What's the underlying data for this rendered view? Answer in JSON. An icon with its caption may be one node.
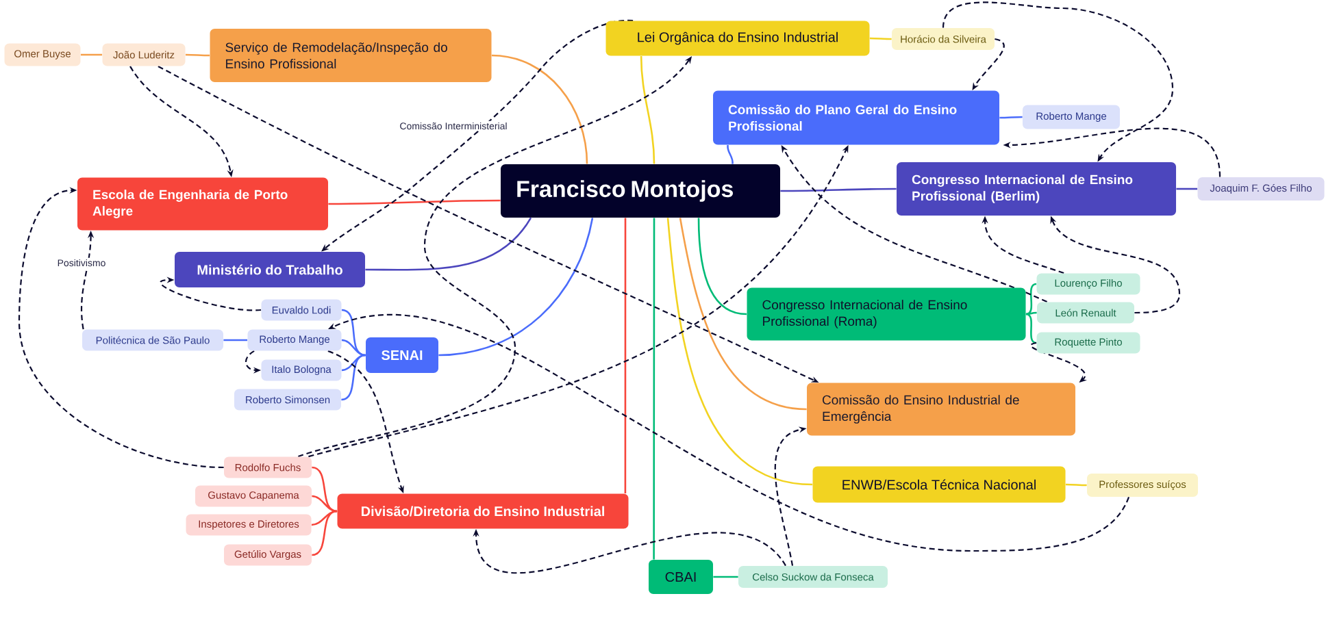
{
  "diagram": {
    "nodes": [
      {
        "text": [
          "Francisco Montojos"
        ]
      },
      {
        "text": [
          "Serviço de Remodelação/Inspeção do Ensino Profissional"
        ]
      },
      {
        "text": [
          "João Luderitz"
        ]
      },
      {
        "text": [
          "Omer Buyse"
        ]
      },
      {
        "text": [
          "Escola de Engenharia de Porto Alegre"
        ]
      },
      {
        "text": [
          "Ministério do Trabalho"
        ]
      },
      {
        "text": [
          "SENAI"
        ]
      },
      {
        "text": [
          "Euvaldo Lodi"
        ]
      },
      {
        "text": [
          "Roberto Mange"
        ]
      },
      {
        "text": [
          "Politécnica de São Paulo"
        ]
      },
      {
        "text": [
          "Italo Bologna"
        ]
      },
      {
        "text": [
          "Roberto Simonsen"
        ]
      },
      {
        "text": [
          "Divisão/Diretoria do Ensino Industrial"
        ]
      },
      {
        "text": [
          "Rodolfo Fuchs"
        ]
      },
      {
        "text": [
          "Gustavo Capanema"
        ]
      },
      {
        "text": [
          "Inspetores e Diretores"
        ]
      },
      {
        "text": [
          "Getúlio Vargas"
        ]
      },
      {
        "text": [
          "CBAI"
        ]
      },
      {
        "text": [
          "Celso Suckow da Fonseca"
        ]
      },
      {
        "text": [
          "ENWB/Escola Técnica Nacional"
        ]
      },
      {
        "text": [
          "Professores suíços"
        ]
      },
      {
        "text": [
          "Comissão do Ensino Industrial de Emergência"
        ]
      },
      {
        "text": [
          "Congresso Internacional de Ensino Profissional (Roma)"
        ]
      },
      {
        "text": [
          "Lourenço Filho"
        ]
      },
      {
        "text": [
          "León Renault"
        ]
      },
      {
        "text": [
          "Roquette Pinto"
        ]
      },
      {
        "text": [
          "Lei Orgânica do Ensino Industrial"
        ]
      },
      {
        "text": [
          "Horácio da Silveira"
        ]
      },
      {
        "text": [
          "Comissão do Plano Geral do Ensino Profissional"
        ]
      },
      {
        "text": [
          "Roberto Mange"
        ]
      },
      {
        "text": [
          "Congresso Internacional de Ensino Profissional (Berlim)"
        ]
      },
      {
        "text": [
          "Joaquim F. Góes Filho"
        ]
      }
    ],
    "edges": [
      {
        "from": 0,
        "to": 1,
        "arrow": "none",
        "color": "#f5a04a"
      },
      {
        "from": 0,
        "to": 4,
        "arrow": "none",
        "color": "#f7453b"
      },
      {
        "from": 0,
        "to": 5,
        "arrow": "none",
        "color": "#4c46bd"
      },
      {
        "from": 0,
        "to": 6,
        "arrow": "none",
        "color": "#4a6cfb"
      },
      {
        "from": 0,
        "to": 12,
        "arrow": "none",
        "color": "#f7453b"
      },
      {
        "from": 0,
        "to": 17,
        "arrow": "none",
        "color": "#00bb77"
      },
      {
        "from": 0,
        "to": 19,
        "arrow": "none",
        "color": "#f2d321"
      },
      {
        "from": 0,
        "to": 21,
        "arrow": "none",
        "color": "#f5a04a"
      },
      {
        "from": 0,
        "to": 22,
        "arrow": "none",
        "color": "#00bb77"
      },
      {
        "from": 0,
        "to": 26,
        "arrow": "none",
        "color": "#f2d321"
      },
      {
        "from": 0,
        "to": 28,
        "arrow": "none",
        "color": "#4a6cfb"
      },
      {
        "from": 0,
        "to": 30,
        "arrow": "none",
        "color": "#4c46bd"
      },
      {
        "from": 1,
        "to": 2,
        "arrow": "none",
        "color": "#f5a04a"
      },
      {
        "from": 2,
        "to": 3,
        "arrow": "none",
        "color": "#f5a04a"
      },
      {
        "from": 6,
        "to": 7,
        "arrow": "none",
        "color": "#4a6cfb"
      },
      {
        "from": 6,
        "to": 8,
        "arrow": "none",
        "color": "#4a6cfb"
      },
      {
        "from": 6,
        "to": 10,
        "arrow": "none",
        "color": "#4a6cfb"
      },
      {
        "from": 6,
        "to": 11,
        "arrow": "none",
        "color": "#4a6cfb"
      },
      {
        "from": 8,
        "to": 9,
        "arrow": "none",
        "color": "#4a6cfb"
      },
      {
        "from": 12,
        "to": 13,
        "arrow": "none",
        "color": "#f7453b"
      },
      {
        "from": 12,
        "to": 14,
        "arrow": "none",
        "color": "#f7453b"
      },
      {
        "from": 12,
        "to": 15,
        "arrow": "none",
        "color": "#f7453b"
      },
      {
        "from": 12,
        "to": 16,
        "arrow": "none",
        "color": "#f7453b"
      },
      {
        "from": 17,
        "to": 18,
        "arrow": "none",
        "color": "#00bb77"
      },
      {
        "from": 19,
        "to": 20,
        "arrow": "none",
        "color": "#f2d321"
      },
      {
        "from": 22,
        "to": 23,
        "arrow": "none",
        "color": "#00bb77"
      },
      {
        "from": 22,
        "to": 24,
        "arrow": "none",
        "color": "#00bb77"
      },
      {
        "from": 22,
        "to": 25,
        "arrow": "none",
        "color": "#00bb77"
      },
      {
        "from": 26,
        "to": 27,
        "arrow": "none",
        "color": "#f2d321"
      },
      {
        "from": 28,
        "to": 29,
        "arrow": "none",
        "color": "#4a6cfb"
      },
      {
        "from": 30,
        "to": 31,
        "arrow": "none",
        "color": "#4c46bd"
      },
      {
        "from": 26,
        "to": 5,
        "arrow": "to",
        "style": "dashed",
        "color": "#0b0b2e",
        "label": "Comissão Interministerial"
      },
      {
        "from": 13,
        "to": 26,
        "arrow": "to",
        "style": "dashed",
        "color": "#0b0b2e"
      },
      {
        "from": 13,
        "to": 28,
        "arrow": "to",
        "style": "dashed",
        "color": "#0b0b2e"
      },
      {
        "from": 13,
        "to": 4,
        "arrow": "to",
        "style": "dashed",
        "color": "#0b0b2e"
      },
      {
        "from": 9,
        "to": 4,
        "arrow": "to",
        "style": "dashed",
        "color": "#0b0b2e",
        "label": "Positivismo"
      },
      {
        "from": 2,
        "to": 4,
        "arrow": "to",
        "style": "dashed",
        "color": "#0b0b2e"
      },
      {
        "from": 2,
        "to": 21,
        "arrow": "to",
        "style": "dashed",
        "color": "#0b0b2e"
      },
      {
        "from": 7,
        "to": 5,
        "arrow": "to",
        "style": "dashed",
        "color": "#0b0b2e"
      },
      {
        "from": 8,
        "to": 10,
        "arrow": "to",
        "style": "dashed",
        "color": "#0b0b2e"
      },
      {
        "from": 8,
        "to": 12,
        "arrow": "to",
        "style": "dashed",
        "color": "#0b0b2e"
      },
      {
        "from": 20,
        "to": 8,
        "arrow": "to",
        "style": "dashed",
        "color": "#0b0b2e"
      },
      {
        "from": 27,
        "to": 28,
        "arrow": "to",
        "style": "dashed",
        "color": "#0b0b2e"
      },
      {
        "from": 27,
        "to": 30,
        "arrow": "to",
        "style": "dashed",
        "color": "#0b0b2e"
      },
      {
        "from": 31,
        "to": 28,
        "arrow": "to",
        "style": "dashed",
        "color": "#0b0b2e"
      },
      {
        "from": 23,
        "to": 30,
        "arrow": "to",
        "style": "dashed",
        "color": "#0b0b2e"
      },
      {
        "from": 24,
        "to": 30,
        "arrow": "to",
        "style": "dashed",
        "color": "#0b0b2e"
      },
      {
        "from": 24,
        "to": 28,
        "arrow": "to",
        "style": "dashed",
        "color": "#0b0b2e"
      },
      {
        "from": 25,
        "to": 21,
        "arrow": "to",
        "style": "dashed",
        "color": "#0b0b2e"
      },
      {
        "from": 18,
        "to": 12,
        "arrow": "to",
        "style": "dashed",
        "color": "#0b0b2e"
      },
      {
        "from": 18,
        "to": 21,
        "arrow": "to",
        "style": "dashed",
        "color": "#0b0b2e"
      }
    ]
  }
}
